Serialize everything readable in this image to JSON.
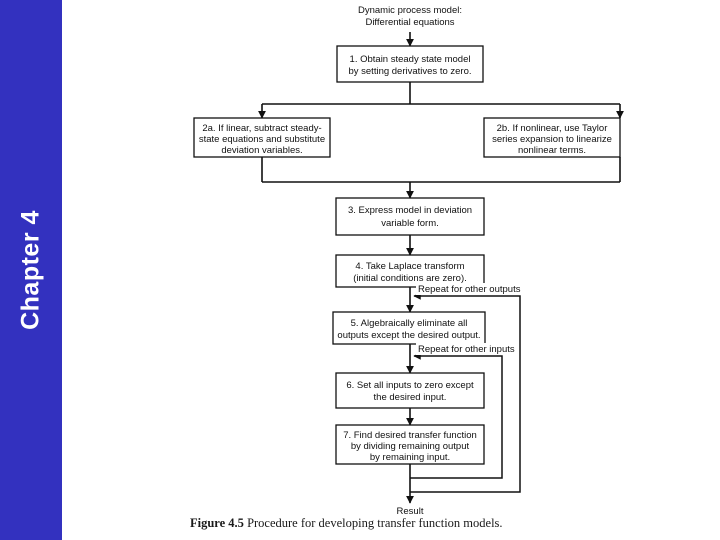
{
  "slide": {
    "chapter_label": "Chapter 4",
    "chapter_bar_color": "#3331bf",
    "background_color": "#ffffff"
  },
  "figure": {
    "caption_number": "Figure 4.5",
    "caption_text": "Procedure for developing transfer function models.",
    "input_label_line1": "Dynamic process model:",
    "input_label_line2": "Differential equations",
    "output_label": "Result",
    "loop_label_outputs": "Repeat for other outputs",
    "loop_label_inputs": "Repeat for other inputs"
  },
  "chart_data": {
    "type": "diagram",
    "title": "Figure 4.5  Procedure for developing transfer function models.",
    "orientation": "top-to-bottom flowchart",
    "nodes": [
      {
        "id": "input",
        "kind": "label",
        "lines": [
          "Dynamic process model:",
          "Differential equations"
        ]
      },
      {
        "id": "step1",
        "kind": "process",
        "lines": [
          "1. Obtain steady state model",
          "by setting derivatives to zero."
        ]
      },
      {
        "id": "step2a",
        "kind": "process",
        "lines": [
          "2a. If linear, subtract steady-",
          "state equations and substitute",
          "deviation variables."
        ]
      },
      {
        "id": "step2b",
        "kind": "process",
        "lines": [
          "2b. If nonlinear, use Taylor",
          "series expansion to linearize",
          "nonlinear terms."
        ]
      },
      {
        "id": "step3",
        "kind": "process",
        "lines": [
          "3. Express model in deviation",
          "variable form."
        ]
      },
      {
        "id": "step4",
        "kind": "process",
        "lines": [
          "4. Take Laplace transform",
          "(initial conditions are zero)."
        ]
      },
      {
        "id": "step5",
        "kind": "process",
        "lines": [
          "5. Algebraically eliminate all",
          "outputs except the desired output."
        ]
      },
      {
        "id": "step6",
        "kind": "process",
        "lines": [
          "6. Set all inputs to zero except",
          "the desired input."
        ]
      },
      {
        "id": "step7",
        "kind": "process",
        "lines": [
          "7. Find desired transfer function",
          "by dividing remaining output",
          "by remaining input."
        ]
      },
      {
        "id": "output",
        "kind": "label",
        "lines": [
          "Result"
        ]
      }
    ],
    "edges": [
      {
        "from": "input",
        "to": "step1"
      },
      {
        "from": "step1",
        "to": "step2a",
        "type": "branch"
      },
      {
        "from": "step1",
        "to": "step2b",
        "type": "branch"
      },
      {
        "from": "step2a",
        "to": "step3",
        "type": "merge"
      },
      {
        "from": "step2b",
        "to": "step3",
        "type": "merge"
      },
      {
        "from": "step3",
        "to": "step4"
      },
      {
        "from": "step4",
        "to": "step5"
      },
      {
        "from": "step5",
        "to": "step6"
      },
      {
        "from": "step6",
        "to": "step7"
      },
      {
        "from": "step7",
        "to": "output"
      },
      {
        "from": "step7",
        "to": "step5",
        "type": "feedback",
        "label": "Repeat for other outputs"
      },
      {
        "from": "step7",
        "to": "step6",
        "type": "feedback",
        "label": "Repeat for other inputs"
      }
    ]
  },
  "nodes": {
    "step1": {
      "l1": "1. Obtain steady state model",
      "l2": "by setting derivatives to zero."
    },
    "step2a": {
      "l1": "2a. If linear, subtract steady-",
      "l2": "state equations and substitute",
      "l3": "deviation variables."
    },
    "step2b": {
      "l1": "2b. If nonlinear, use Taylor",
      "l2": "series expansion to linearize",
      "l3": "nonlinear terms."
    },
    "step3": {
      "l1": "3. Express model in deviation",
      "l2": "variable form."
    },
    "step4": {
      "l1": "4. Take Laplace transform",
      "l2": "(initial conditions are zero)."
    },
    "step5": {
      "l1": "5. Algebraically eliminate all",
      "l2": "outputs except the desired output."
    },
    "step6": {
      "l1": "6. Set all inputs to zero except",
      "l2": "the desired input."
    },
    "step7": {
      "l1": "7. Find desired transfer function",
      "l2": "by dividing remaining output",
      "l3": "by remaining input."
    }
  }
}
